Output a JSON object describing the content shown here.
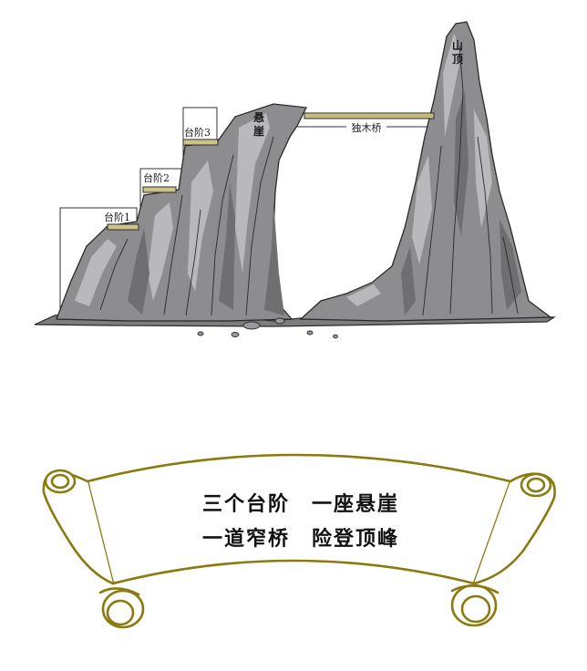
{
  "labels": {
    "step1": "台阶1",
    "step2": "台阶2",
    "step3": "台阶3",
    "cliff": [
      "悬",
      "崖"
    ],
    "summit": [
      "山",
      "顶"
    ],
    "bridge": "独木桥"
  },
  "scroll": {
    "line1": "三个台阶　一座悬崖",
    "line2": "一道窄桥　险登顶峰"
  },
  "colors": {
    "rock": "#8d8d8f",
    "rock_dark": "#6f6f72",
    "rock_light": "#b9b9bb",
    "plank": "#cdc48a",
    "scroll_outline": "#8a7a10",
    "line": "#2a2a2a"
  }
}
